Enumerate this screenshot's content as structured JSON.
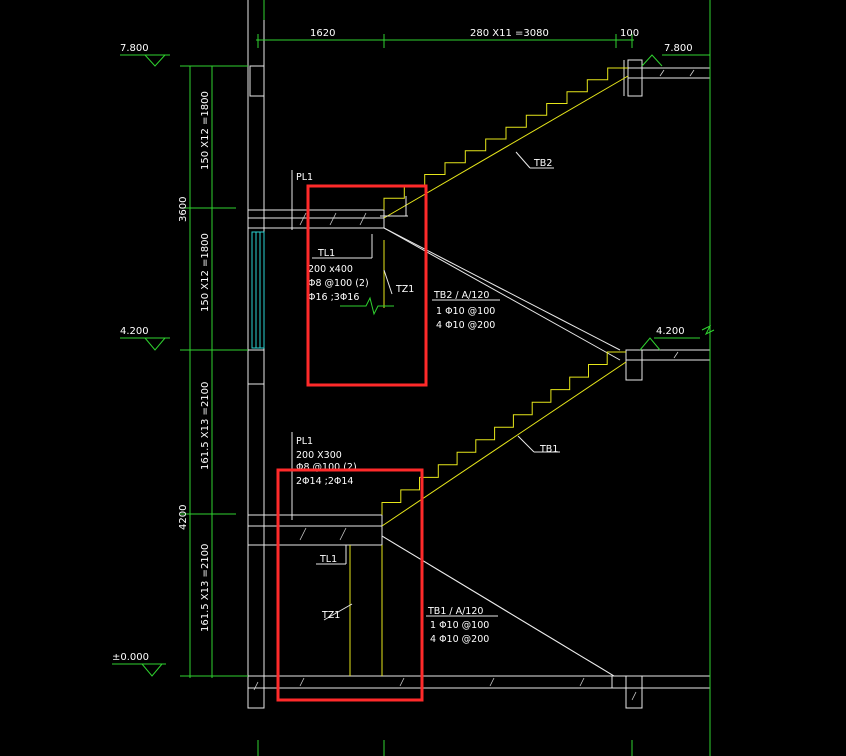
{
  "drawing": {
    "dims_top": {
      "left_span": "1620",
      "steps_span": "280 X11 =3080",
      "right_span": "100"
    },
    "dims_left": {
      "upper_flight": "150 X12 =1800",
      "middle_flight": "150 X12 =1800",
      "upper_total": "3600",
      "lower_flight_1": "161.5 X13 =2100",
      "lower_flight_2": "161.5 X13 =2100",
      "lower_total": "4200"
    },
    "elevations": {
      "top_left": "7.800",
      "top_right": "7.800",
      "mid_left": "4.200",
      "mid_right": "4.200",
      "ground": "±0.000"
    },
    "flights": {
      "tb2": "TB2",
      "tb2_detail": "TB2 / A/120",
      "tb2_rebar_1": "1  Φ10 @100",
      "tb2_rebar_2": "4  Φ10 @200",
      "tb1": "TB1",
      "tb1_detail": "TB1 / A/120",
      "tb1_rebar_1": "1  Φ10 @100",
      "tb1_rebar_2": "4  Φ10 @200"
    },
    "upper_landing": {
      "pl_label": "PL1",
      "tl_label": "TL1",
      "tl_size": "200 x400",
      "tl_stirrup": "Φ8 @100 (2)",
      "tl_bars": "Φ16 ;3Φ16",
      "tz_label": "TZ1"
    },
    "lower_landing": {
      "pl_label": "PL1",
      "pl_size": "200 X300",
      "pl_stirrup": "Φ8 @100 (2)",
      "pl_bars": "2Φ14 ;2Φ14",
      "tl_label": "TL1",
      "tz_label": "TZ1"
    }
  }
}
